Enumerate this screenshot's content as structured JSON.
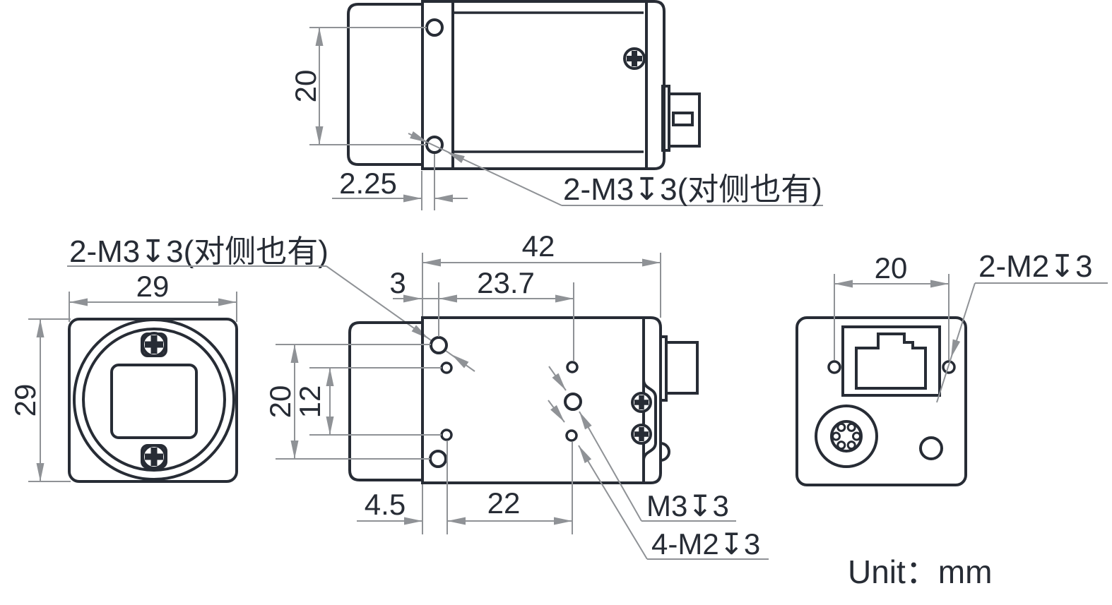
{
  "unit": "Unit：mm",
  "colors": {
    "line": "#272c35",
    "dim": "#8f9296",
    "background": "#ffffff"
  },
  "views": {
    "top": {
      "dim_hole_spacing": "20",
      "dim_hole_offset": "2.25",
      "label_m3": "2-M3↧3(对侧也有)"
    },
    "front": {
      "dim_width": "29",
      "dim_height": "29",
      "label_m3": "2-M3↧3(对侧也有)"
    },
    "side": {
      "dim_length": "42",
      "dim_hole_span": "23.7",
      "dim_front_offset": "3",
      "dim_large_hole_spacing": "20",
      "dim_small_hole_spacing": "12",
      "dim_bottom_offset": "4.5",
      "dim_bottom_span": "22",
      "label_m3": "M3↧3",
      "label_m2": "4-M2↧3"
    },
    "back": {
      "dim_hole_spacing": "20",
      "label_m2": "2-M2↧3"
    }
  }
}
